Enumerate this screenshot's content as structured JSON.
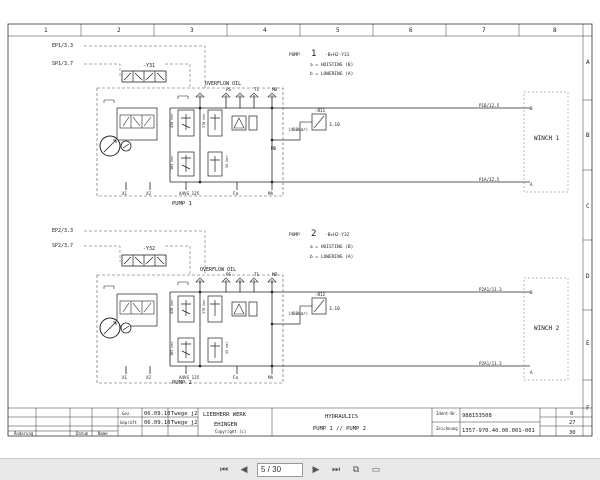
{
  "grid": {
    "columns": [
      "1",
      "2",
      "3",
      "4",
      "5",
      "6",
      "7",
      "8"
    ],
    "rows": [
      "A",
      "B",
      "C",
      "D",
      "E",
      "F"
    ]
  },
  "pump1": {
    "ref_a": "EP1/3.3",
    "ref_b": "SP1/3.7",
    "valve_label": "-Y31",
    "overflow": "OVERFLOW OIL",
    "title_word": "PUMP",
    "number": "1",
    "code": "-B+H2-Y31",
    "line_a": "a = HOISTING (B)",
    "line_b": "b = LOWERING (A)",
    "p420": "420 bar",
    "p370": "370 bar",
    "p105": "105 bar",
    "p35": "35 bar",
    "element": "-B11",
    "press": "(400bar)",
    "ratio": "3,10",
    "port_x1": "X1",
    "port_x2": "X2",
    "model": "A4VG 125",
    "port_fa": "Fa",
    "port_ma": "MA",
    "port_mb": "MB",
    "port_ps": "PS",
    "port_t1": "T1",
    "name": "PUMP 1",
    "out_top": "P1B/12.5",
    "out_bottom": "P1A/12.5",
    "conn_top": "B",
    "conn_bottom": "A",
    "winch": "WINCH 1"
  },
  "pump2": {
    "ref_a": "EP2/3.3",
    "ref_b": "SP2/3.7",
    "valve_label": "-Y32",
    "overflow": "OVERFLOW OIL",
    "title_word": "PUMP",
    "number": "2",
    "code": "-B+H2-Y32",
    "line_a": "a = HOISTING (B)",
    "line_b": "b = LOWERING (A)",
    "p420": "420 bar",
    "p370": "370 bar",
    "p105": "105 bar",
    "p35": "35 bar",
    "element": "-B12",
    "press": "(400bar)",
    "ratio": "3,10",
    "port_x1": "X1",
    "port_x2": "X2",
    "model": "A4VG 125",
    "port_fa": "Fa",
    "port_ma": "MA",
    "port_mb": "MB",
    "port_ps": "PS",
    "port_t1": "T1",
    "name": "PUMP 2",
    "out_top": "P2A1/11.3",
    "out_bottom": "P2A1/11.3",
    "conn_top": "B",
    "conn_bottom": "A",
    "winch": "WINCH 2"
  },
  "titleblock": {
    "gez_label": "Gez.",
    "gez_date": "06.09.10",
    "gez_name": "Twege j2",
    "gepr_label": "Geprüft",
    "gepr_date": "06.09.10",
    "gepr_name": "Twege j2",
    "company": "LIEBHERR WERK",
    "city": "EHINGEN",
    "copyright": "Copyright (c)",
    "title": "HYDRAULICS",
    "subtitle": "PUMP 1 // PUMP 2",
    "ident_label": "Ident-Nr.",
    "ident": "988153508",
    "drawing_label": "Zeichnung",
    "drawing": "1357-970.40.00.001-001",
    "col_aenderung": "Änderung",
    "col_datum": "Datum",
    "col_name": "Name",
    "rev": "0",
    "sheet": "27",
    "total": "30"
  },
  "toolbar": {
    "page": "5 / 30"
  }
}
